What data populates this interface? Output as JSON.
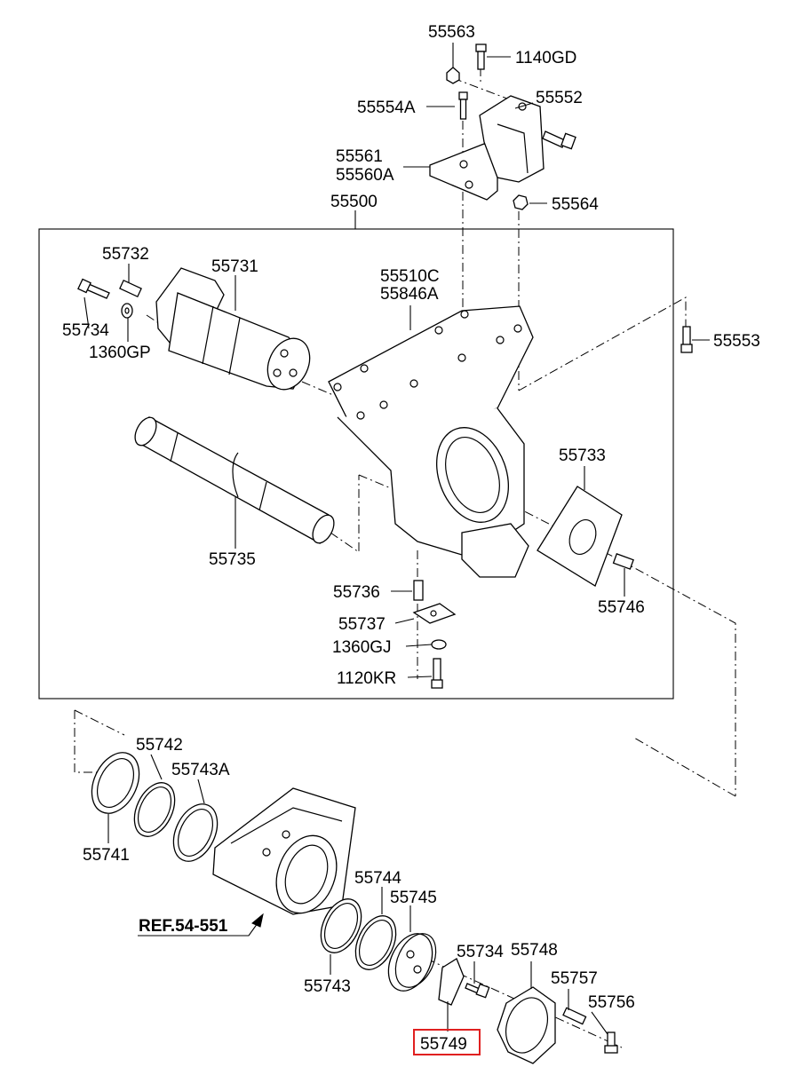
{
  "labels": {
    "p55563": "55563",
    "p1140GD": "1140GD",
    "p55552": "55552",
    "p55554A": "55554A",
    "p55561": "55561",
    "p55560A": "55560A",
    "p55564": "55564",
    "p55500": "55500",
    "p55732": "55732",
    "p55731": "55731",
    "p55510C": "55510C",
    "p55846A": "55846A",
    "p55734": "55734",
    "p1360GP": "1360GP",
    "p55553": "55553",
    "p55733": "55733",
    "p55735": "55735",
    "p55736": "55736",
    "p55746": "55746",
    "p55737": "55737",
    "p1360GJ": "1360GJ",
    "p1120KR": "1120KR",
    "p55742": "55742",
    "p55743A": "55743A",
    "p55741": "55741",
    "p55744": "55744",
    "p55745": "55745",
    "ref": "REF.54-551",
    "p55734b": "55734",
    "p55748": "55748",
    "p55757": "55757",
    "p55756": "55756",
    "p55743": "55743",
    "p55749": "55749"
  },
  "highlight": {
    "part": "55749",
    "color": "#e02020"
  }
}
